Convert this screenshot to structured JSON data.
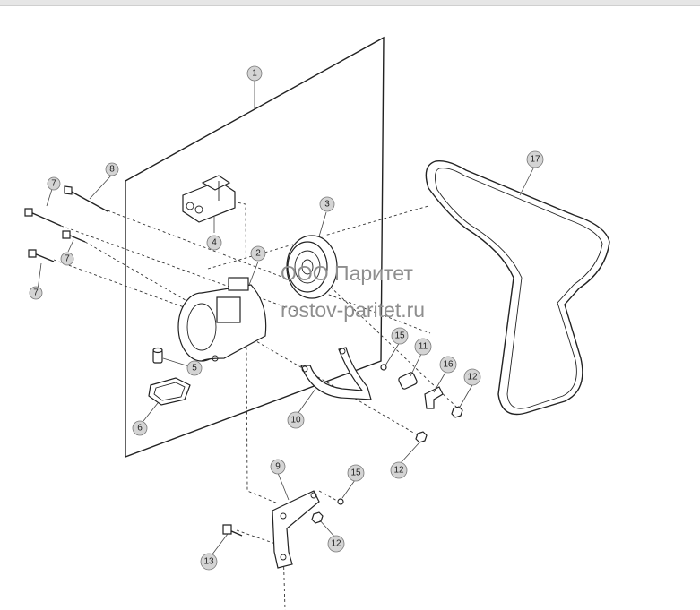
{
  "watermark": {
    "line1": "ООО Паритет",
    "line2": "rostov-paritet.ru"
  },
  "callouts": [
    {
      "id": "c1",
      "label": "1"
    },
    {
      "id": "c2",
      "label": "2"
    },
    {
      "id": "c3",
      "label": "3"
    },
    {
      "id": "c4",
      "label": "4"
    },
    {
      "id": "c5",
      "label": "5"
    },
    {
      "id": "c6",
      "label": "6"
    },
    {
      "id": "c7a",
      "label": "7"
    },
    {
      "id": "c7b",
      "label": "7"
    },
    {
      "id": "c7c",
      "label": "7"
    },
    {
      "id": "c8",
      "label": "8"
    },
    {
      "id": "c9",
      "label": "9"
    },
    {
      "id": "c10",
      "label": "10"
    },
    {
      "id": "c11",
      "label": "11"
    },
    {
      "id": "c12a",
      "label": "12"
    },
    {
      "id": "c12b",
      "label": "12"
    },
    {
      "id": "c12c",
      "label": "12"
    },
    {
      "id": "c13",
      "label": "13"
    },
    {
      "id": "c15a",
      "label": "15"
    },
    {
      "id": "c15b",
      "label": "15"
    },
    {
      "id": "c16",
      "label": "16"
    },
    {
      "id": "c17",
      "label": "17"
    }
  ]
}
